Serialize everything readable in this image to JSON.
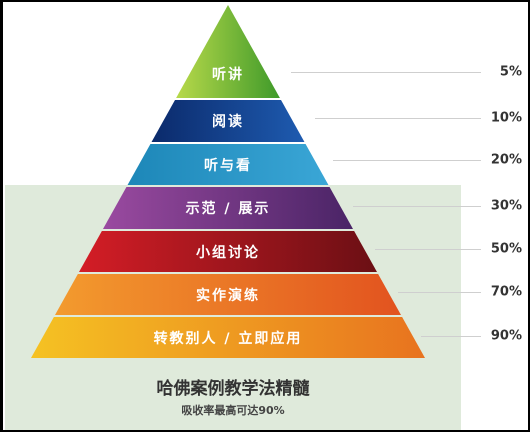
{
  "layers": [
    {
      "label": "听讲",
      "pct": "5%",
      "c1": "#b8d94a",
      "c2": "#3f9a2a"
    },
    {
      "label": "阅读",
      "pct": "10%",
      "c1": "#0b2a6b",
      "c2": "#1e5bb0"
    },
    {
      "label": "听与看",
      "pct": "20%",
      "c1": "#1d87b8",
      "c2": "#3aa6d6"
    },
    {
      "label": "示范 / 展示",
      "pct": "30%",
      "c1": "#9a4aa0",
      "c2": "#4a2466"
    },
    {
      "label": "小组讨论",
      "pct": "50%",
      "c1": "#d41d26",
      "c2": "#6b0f14"
    },
    {
      "label": "实作演练",
      "pct": "70%",
      "c1": "#f39b2e",
      "c2": "#e2531f"
    },
    {
      "label": "转教别人 / 立即应用",
      "pct": "90%",
      "c1": "#f5c223",
      "c2": "#e8731f"
    }
  ],
  "caption": "哈佛案例教学法精髓",
  "subcaption": "吸收率最高可达90%"
}
